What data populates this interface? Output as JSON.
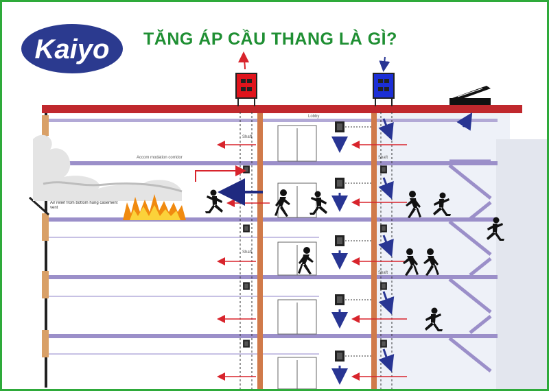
{
  "header": {
    "logo_text": "Kaiyo",
    "title": "TĂNG ÁP CẦU THANG LÀ GÌ?"
  },
  "labels": {
    "corridor": "Accom modation corridor",
    "air_relief": "Air relief from bottom hung casement vent",
    "shaft": "Shaft",
    "lobby": "Lobby"
  },
  "colors": {
    "frame": "#2eaa3a",
    "title": "#1f8f33",
    "logo": "#2b3a8f",
    "roof": "#c0282d",
    "supply_fan": "#1c2fd6",
    "exhaust_fan": "#e0141c",
    "slab": "#9b8fc9",
    "shaft_pipe": "#d07a4a",
    "air_arrow": "#d8242c",
    "airflow_arrow": "#283593",
    "people": "#111111",
    "fire": "#f08a10"
  },
  "icons": [
    "exhaust-fan-icon",
    "supply-fan-icon",
    "roof-vent-icon",
    "fire-icon",
    "person-running-icon",
    "person-walking-icon",
    "damper-icon"
  ]
}
